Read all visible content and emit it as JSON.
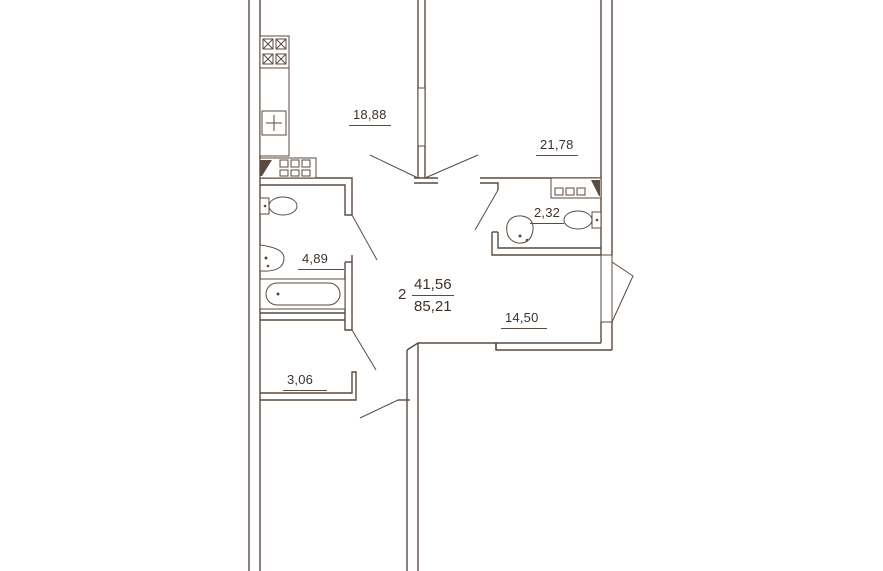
{
  "apartment": {
    "rooms": "2",
    "living_area": "41,56",
    "total_area": "85,21"
  },
  "room_areas": {
    "kitchen": "18,88",
    "bedroom": "21,78",
    "toilet": "2,32",
    "bathroom": "4,89",
    "hall": "14,50",
    "storage": "3,06"
  },
  "colors": {
    "line": "#5b4a3f",
    "text": "#3e3129",
    "background": "#ffffff"
  }
}
